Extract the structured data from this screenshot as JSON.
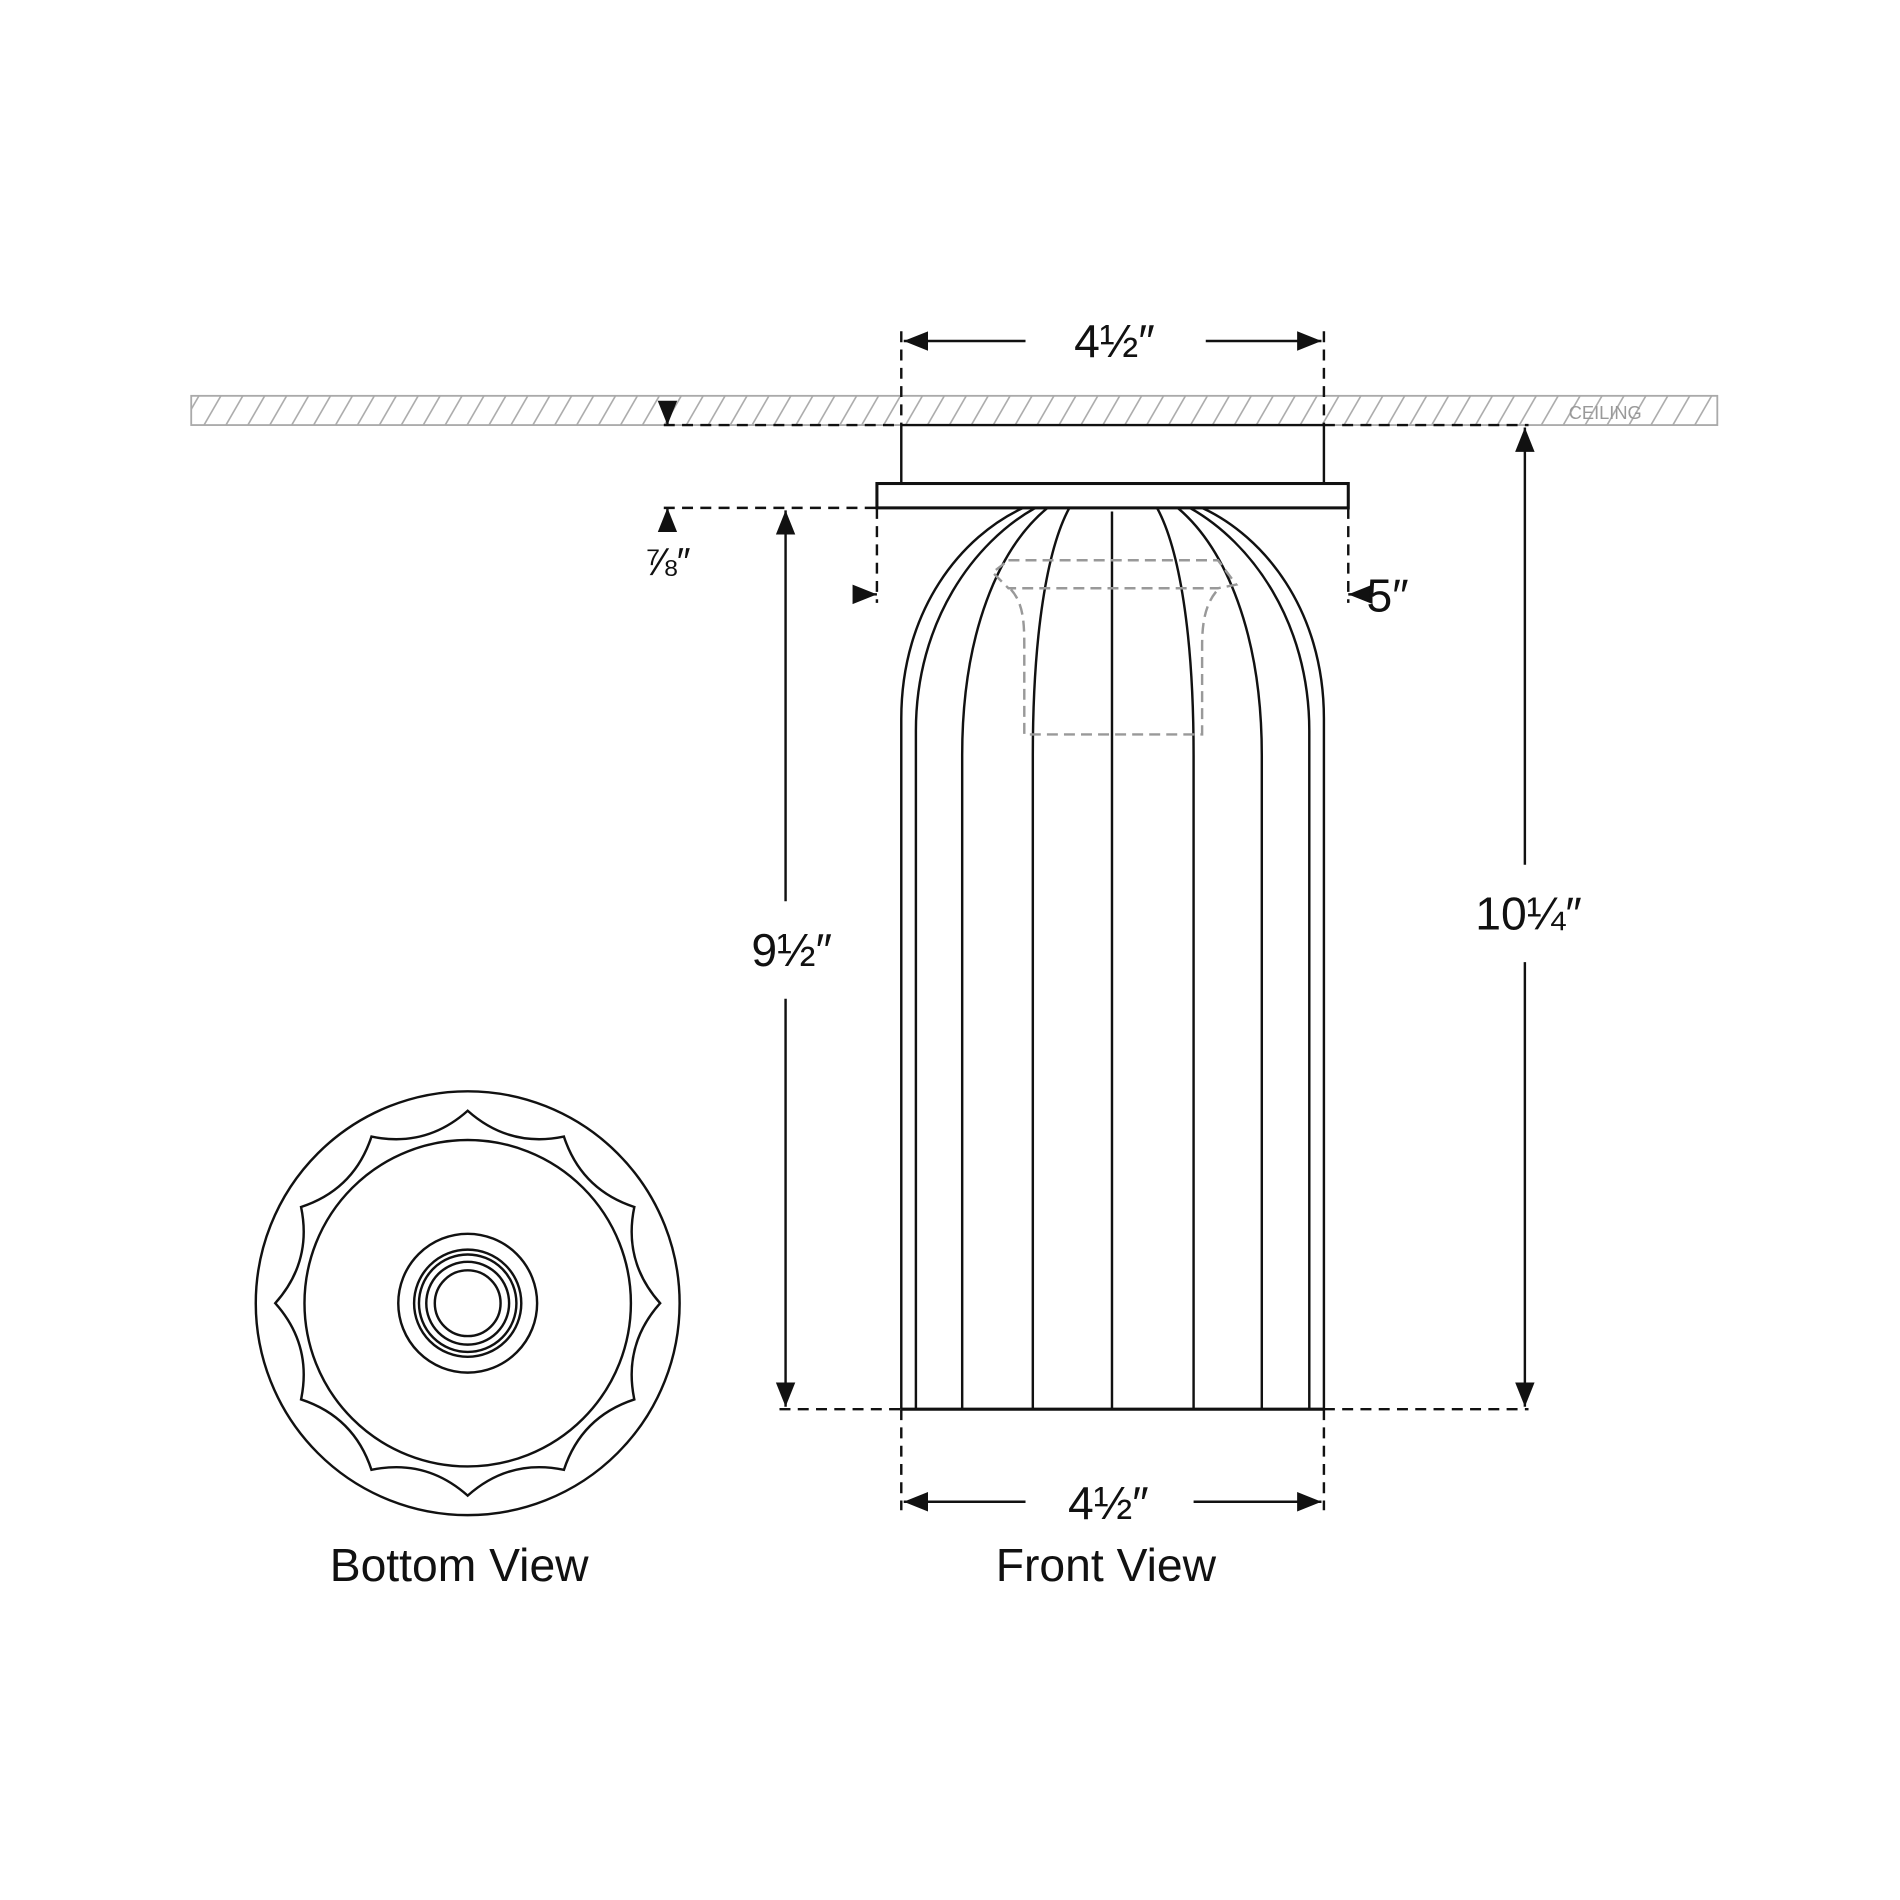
{
  "ceiling_label": "CEILING",
  "dimensions": {
    "canopy_width": "4½″",
    "canopy_depth": "⅞″",
    "canopy_diameter": "5″",
    "shade_height": "9½″",
    "overall_height": "10¼″",
    "shade_width": "4½″"
  },
  "captions": {
    "bottom_view": "Bottom View",
    "front_view": "Front View"
  }
}
